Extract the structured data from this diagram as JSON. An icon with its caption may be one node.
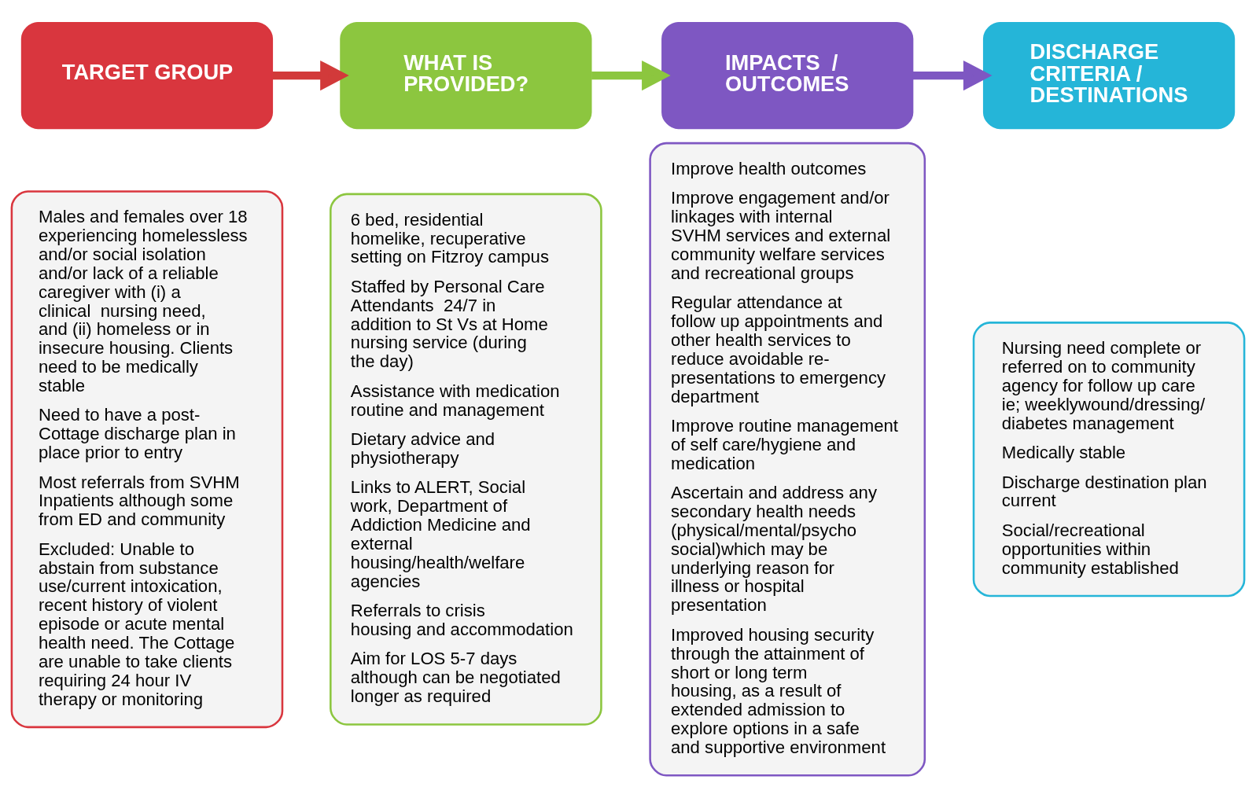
{
  "diagram": {
    "nodes": [
      {
        "text": [
          "TARGET GROUP"
        ]
      },
      {
        "text": [
          "Males and females over 18 experiencing homelessless and/or social isolation and/or lack of a reliable caregiver with (i) a clinical  nursing need, and (ii) homeless or in insecure housing. Clients need to be medically stable",
          "Need to have a post-Cottage discharge plan in place prior to entry",
          "Most referrals from SVHM Inpatients although some from ED and community",
          "Excluded: Unable to abstain from substance use/current intoxication, recent history of violent episode or acute mental health need. The Cottage are unable to take clients requiring 24 hour IV therapy or monitoring"
        ]
      },
      {
        "text": [
          "WHAT IS PROVIDED?"
        ]
      },
      {
        "text": [
          "6 bed, residential homelike, recuperative setting on Fitzroy campus",
          "Staffed by Personal Care Attendants  24/7 in addition to St Vs at Home nursing service (during the day)",
          "Assistance with medication routine and management",
          "Dietary advice and physiotherapy",
          "Links to ALERT, Social work, Department of Addiction Medicine and external housing/health/welfare agencies",
          "Referrals to crisis housing and accommodation",
          "Aim for LOS 5-7 days although can be negotiated longer as required"
        ]
      },
      {
        "text": [
          "IMPACTS  /  OUTCOMES"
        ]
      },
      {
        "text": [
          "Improve health outcomes",
          "Improve engagement and/or linkages with internal SVHM services and external community welfare services and recreational groups",
          "Regular attendance at follow up appointments and other health services to reduce avoidable re-presentations to emergency department",
          "Improve routine management of self care/hygiene and medication",
          "Ascertain and address any secondary health needs (physical/mental/psycho social)which may be underlying reason for illness or hospital presentation",
          "Improved housing security through the attainment of short or long term housing, as a result of extended admission to explore options in a safe and supportive environment"
        ]
      },
      {
        "text": [
          "DISCHARGE CRITERIA / DESTINATIONS"
        ]
      },
      {
        "text": [
          "Nursing need complete or referred on to community agency for follow up care ie; weeklywound/dressing/ diabetes management",
          "Medically stable",
          "Discharge destination plan current",
          "Social/recreational opportunities within community established"
        ]
      }
    ],
    "edges": [
      {
        "from": 0,
        "to": 2,
        "arrow": "to",
        "color": "#d23a3a"
      },
      {
        "from": 2,
        "to": 4,
        "arrow": "to",
        "color": "#8cc63f"
      },
      {
        "from": 4,
        "to": 6,
        "arrow": "to",
        "color": "#7e57c2"
      }
    ]
  }
}
